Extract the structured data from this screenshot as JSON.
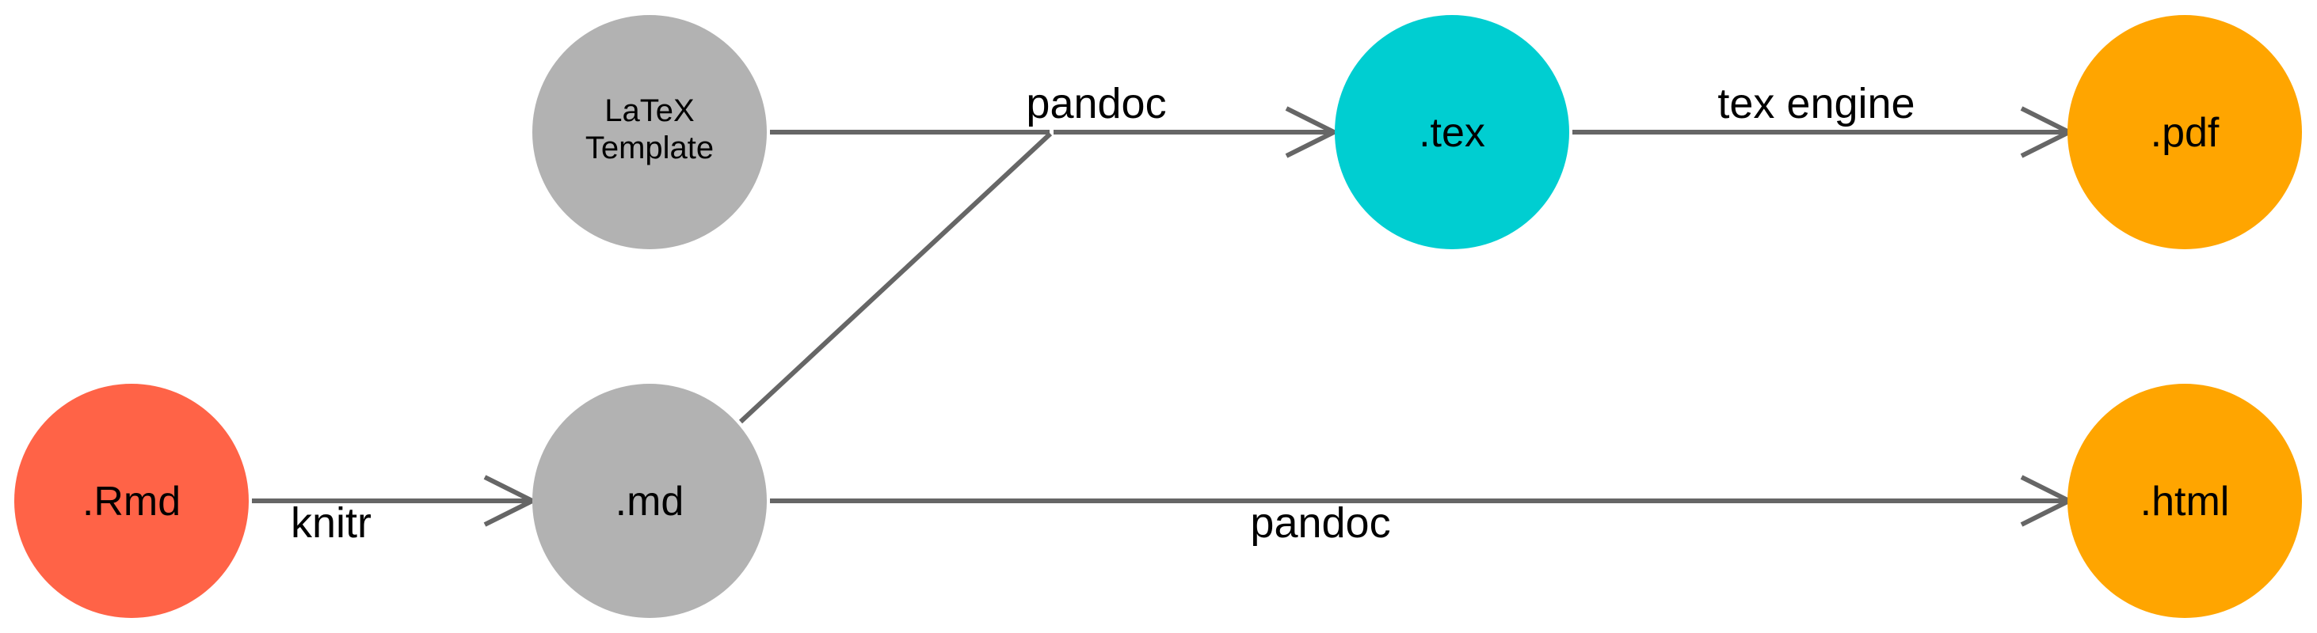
{
  "colors": {
    "rmd": "#FF6347",
    "neutral": "#B2B2B2",
    "tex": "#00CED1",
    "output": "#FFA500",
    "edge": "#666666"
  },
  "nodes": {
    "rmd": {
      "label": ".Rmd"
    },
    "md": {
      "label": ".md"
    },
    "template": {
      "label_line1": "LaTeX",
      "label_line2": "Template"
    },
    "tex": {
      "label": ".tex"
    },
    "pdf": {
      "label": ".pdf"
    },
    "html": {
      "label": ".html"
    }
  },
  "edges": {
    "knitr": {
      "label": "knitr"
    },
    "pandoc_tex": {
      "label": "pandoc"
    },
    "tex_engine": {
      "label": "tex engine"
    },
    "pandoc_html": {
      "label": "pandoc"
    }
  }
}
